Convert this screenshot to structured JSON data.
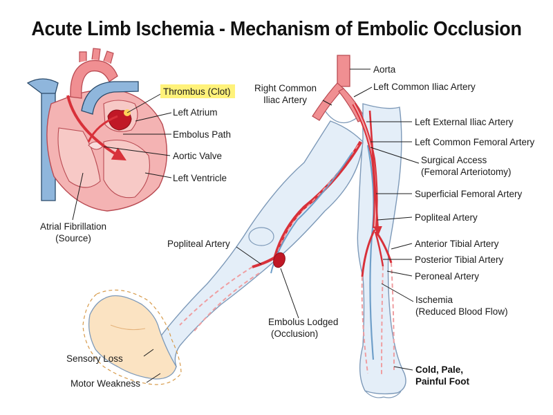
{
  "title": "Acute Limb Ischemia - Mechanism of Embolic Occlusion",
  "labels": {
    "thrombus": "Thrombus (Clot)",
    "left_atrium": "Left Atrium",
    "embolus_path": "Embolus Path",
    "aortic_valve": "Aortic Valve",
    "left_ventricle": "Left Ventricle",
    "afib_1": "Atrial Fibrillation",
    "afib_2": "(Source)",
    "aorta": "Aorta",
    "right_common_iliac_1": "Right Common",
    "right_common_iliac_2": "Iliac Artery",
    "left_common_iliac": "Left Common Iliac Artery",
    "left_external_iliac": "Left External Iliac Artery",
    "left_common_femoral": "Left Common Femoral Artery",
    "surgical_access_1": "Surgical Access",
    "surgical_access_2": "(Femoral Arteriotomy)",
    "superficial_femoral": "Superficial Femoral Artery",
    "popliteal_right": "Popliteal Artery",
    "popliteal_left": "Popliteal Artery",
    "anterior_tibial": "Anterior Tibial Artery",
    "posterior_tibial": "Posterior Tibial Artery",
    "peroneal": "Peroneal Artery",
    "ischemia_1": "Ischemia",
    "ischemia_2": "(Reduced Blood Flow)",
    "embolus_lodged_1": "Embolus Lodged",
    "embolus_lodged_2": "(Occlusion)",
    "sensory_loss": "Sensory Loss",
    "motor_weakness": "Motor Weakness",
    "cold_foot_1": "Cold, Pale,",
    "cold_foot_2": "Painful Foot"
  },
  "colors": {
    "artery_red": "#d8313a",
    "vein_blue": "#6f9fc9",
    "skin_blue": "#e4eef8",
    "heart_pink": "#f4b3b3",
    "clot_red": "#c01826",
    "highlight_yellow": "#fff27a",
    "ischemic_orange": "#fbe3c2"
  }
}
